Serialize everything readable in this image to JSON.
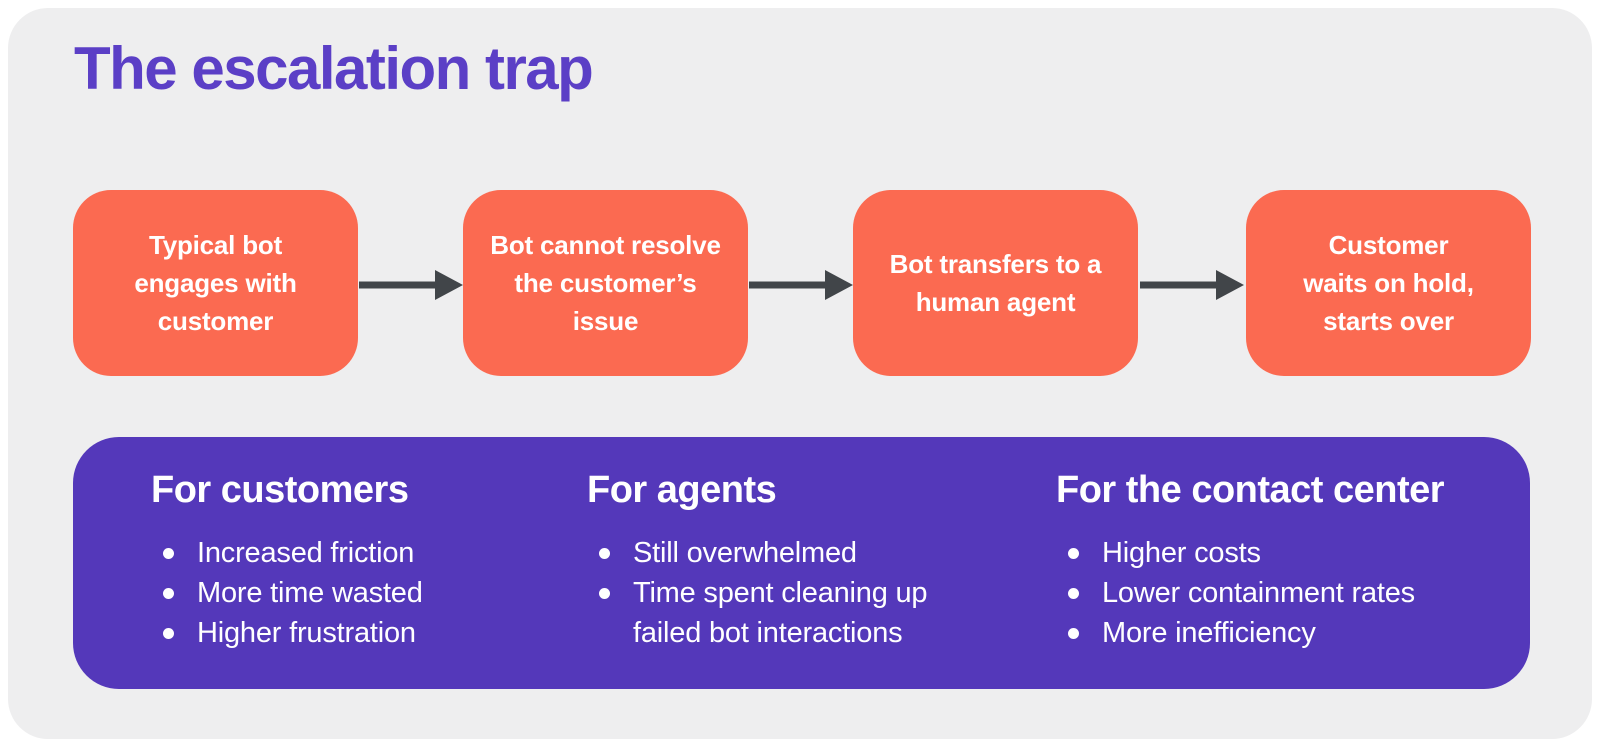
{
  "title": "The escalation trap",
  "colors": {
    "page-bg": "#ffffff",
    "canvas-bg": "#eeeeef",
    "title-text": "#5b3fc6",
    "step-bg": "#fb6a51",
    "step-text": "#ffffff",
    "arrow": "#414549",
    "panel-bg": "#5438ba",
    "panel-text": "#ffffff"
  },
  "flow": {
    "steps": [
      {
        "label": "Typical bot\nengages with\ncustomer"
      },
      {
        "label": "Bot cannot resolve\nthe customer’s\nissue"
      },
      {
        "label": "Bot transfers to a\nhuman agent"
      },
      {
        "label": "Customer\nwaits on hold,\nstarts over"
      }
    ],
    "arrow_icon": "arrow-right"
  },
  "impact": {
    "columns": [
      {
        "heading": "For customers",
        "items": [
          "Increased  friction",
          "More time wasted",
          "Higher frustration"
        ]
      },
      {
        "heading": "For agents",
        "items": [
          "Still overwhelmed",
          "Time spent cleaning up\nfailed bot interactions"
        ]
      },
      {
        "heading": "For the contact center",
        "items": [
          "Higher costs",
          "Lower containment rates",
          "More inefficiency"
        ]
      }
    ]
  }
}
